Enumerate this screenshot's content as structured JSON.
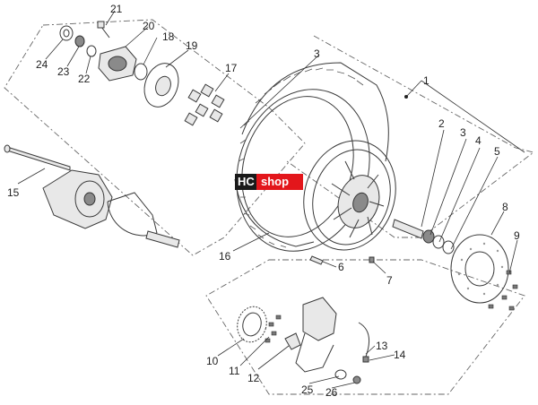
{
  "logo": {
    "left_text": "HC",
    "right_text": "shop",
    "left_color": "#1a1a1a",
    "right_color": "#e3161b"
  },
  "callouts": [
    {
      "id": "1",
      "label": "1"
    },
    {
      "id": "2",
      "label": "2"
    },
    {
      "id": "3a",
      "label": "3"
    },
    {
      "id": "3b",
      "label": "3"
    },
    {
      "id": "4",
      "label": "4"
    },
    {
      "id": "5",
      "label": "5"
    },
    {
      "id": "6",
      "label": "6"
    },
    {
      "id": "7",
      "label": "7"
    },
    {
      "id": "8",
      "label": "8"
    },
    {
      "id": "9",
      "label": "9"
    },
    {
      "id": "10",
      "label": "10"
    },
    {
      "id": "11",
      "label": "11"
    },
    {
      "id": "12",
      "label": "12"
    },
    {
      "id": "13",
      "label": "13"
    },
    {
      "id": "14",
      "label": "14"
    },
    {
      "id": "15",
      "label": "15"
    },
    {
      "id": "16",
      "label": "16"
    },
    {
      "id": "17",
      "label": "17"
    },
    {
      "id": "18",
      "label": "18"
    },
    {
      "id": "19",
      "label": "19"
    },
    {
      "id": "20",
      "label": "20"
    },
    {
      "id": "21",
      "label": "21"
    },
    {
      "id": "22",
      "label": "22"
    },
    {
      "id": "23",
      "label": "23"
    },
    {
      "id": "24",
      "label": "24"
    },
    {
      "id": "25",
      "label": "25"
    },
    {
      "id": "26",
      "label": "26"
    }
  ]
}
